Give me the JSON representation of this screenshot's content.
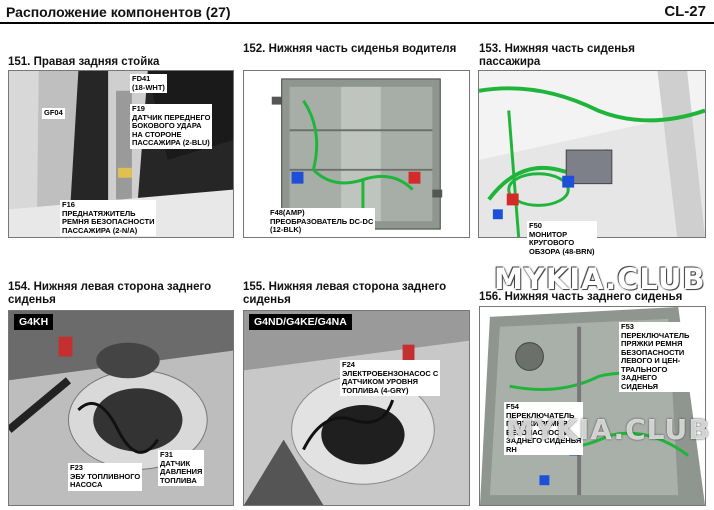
{
  "header": {
    "title": "Расположение компонентов (27)",
    "code": "CL-27"
  },
  "panels": {
    "p151": {
      "caption": "151. Правая задняя стойка",
      "labels": {
        "fd41": [
          "FD41",
          "(18-WHT)"
        ],
        "gf04": [
          "GF04"
        ],
        "f19": [
          "F19",
          "ДАТЧИК ПЕРЕДНЕГО",
          "БОКОВОГО УДАРА",
          "НА СТОРОНЕ",
          "ПАССАЖИРА (2-BLU)"
        ],
        "f16": [
          "F16",
          "ПРЕДНАТЯЖИТЕЛЬ",
          "РЕМНЯ БЕЗОПАСНОСТИ",
          "ПАССАЖИРА (2-N/A)"
        ]
      }
    },
    "p152": {
      "caption": "152. Нижняя часть сиденья водителя",
      "labels": {
        "f48": [
          "F48(AMP)",
          "ПРЕОБРАЗОВАТЕЛЬ DC-DC",
          "(12-BLK)"
        ]
      }
    },
    "p153": {
      "caption": "153. Нижняя часть сиденья пассажира",
      "labels": {
        "f50": [
          "F50",
          "МОНИТОР",
          "КРУГОВОГО",
          "ОБЗОРА (48-BRN)"
        ]
      }
    },
    "p154": {
      "caption": "154. Нижняя левая сторона заднего сиденья",
      "tag": "G4KH",
      "labels": {
        "f23": [
          "F23",
          "ЭБУ ТОПЛИВНОГО",
          "НАСОСА"
        ],
        "f31": [
          "F31",
          "ДАТЧИК",
          "ДАВЛЕНИЯ",
          "ТОПЛИВА"
        ]
      }
    },
    "p155": {
      "caption": "155. Нижняя левая сторона заднего сиденья",
      "tag": "G4ND/G4KE/G4NA",
      "labels": {
        "f24": [
          "F24",
          "ЭЛЕКТРОБЕНЗОНАСОС С",
          "ДАТЧИКОМ УРОВНЯ",
          "ТОПЛИВА (4-GRY)"
        ]
      }
    },
    "p156": {
      "caption": "156. Нижняя часть заднего сиденья",
      "labels": {
        "f53": [
          "F53",
          "ПЕРЕКЛЮЧАТЕЛЬ",
          "ПРЯЖКИ РЕМНЯ",
          "БЕЗОПАСНОСТИ",
          "ЛЕВОГО И ЦЕН-",
          "ТРАЛЬНОГО",
          "ЗАДНЕГО",
          "СИДЕНЬЯ"
        ],
        "f54": [
          "F54",
          "ПЕРЕКЛЮЧАТЕЛЬ",
          "ПРЯЖКИ РЕМНЯ",
          "БЕЗОПАСНОСТИ",
          "ЗАДНЕГО СИДЕНЬЯ",
          "RH"
        ]
      }
    }
  },
  "watermarks": [
    "MYKIA.CLUB",
    "MYKIA.CLUB"
  ],
  "colors": {
    "harness": "#1fb53a",
    "connector_blue": "#1d4fd8",
    "connector_red": "#d42a2a",
    "header_rule": "#000000"
  }
}
